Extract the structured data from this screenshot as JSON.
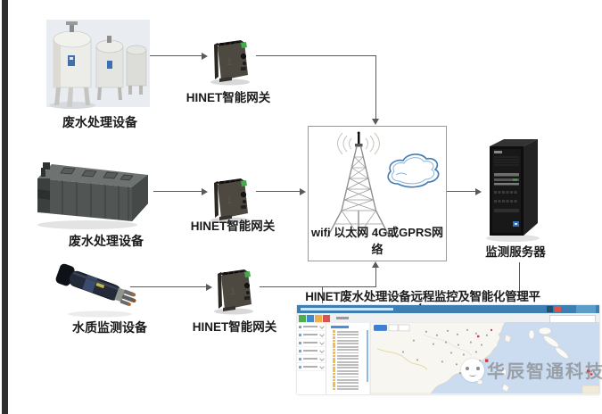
{
  "diagram": {
    "devices": [
      {
        "name": "storage-tanks",
        "label": "废水处理设备"
      },
      {
        "name": "treatment-plant",
        "label": "废水处理设备"
      },
      {
        "name": "water-quality-sensor",
        "label": "水质监测设备"
      }
    ],
    "gateways": [
      {
        "label": "HINET智能网关"
      },
      {
        "label": "HINET智能网关"
      },
      {
        "label": "HINET智能网关"
      }
    ],
    "network": {
      "label": "wifi 以太网 4G或GPRS网络"
    },
    "server": {
      "label": "监测服务器"
    },
    "platform_title": "HINET废水处理设备远程监控及智能化管理平台.",
    "watermark": "华辰智通科技"
  },
  "dashboard": {
    "header_color": "#3d7fb2",
    "toolbar_buttons": [
      {
        "name": "green-button",
        "color": "#4cae4c"
      },
      {
        "name": "blue-button",
        "color": "#428bca"
      },
      {
        "name": "orange-button",
        "color": "#f0ad4e"
      },
      {
        "name": "red-button",
        "color": "#d9534f"
      }
    ],
    "sidebar_item_count": 6,
    "device_list_count": 20,
    "map": {
      "sea_color": "#cbdcf0",
      "land_color": "#f7f6f1",
      "marker_color": "#e03232"
    }
  }
}
